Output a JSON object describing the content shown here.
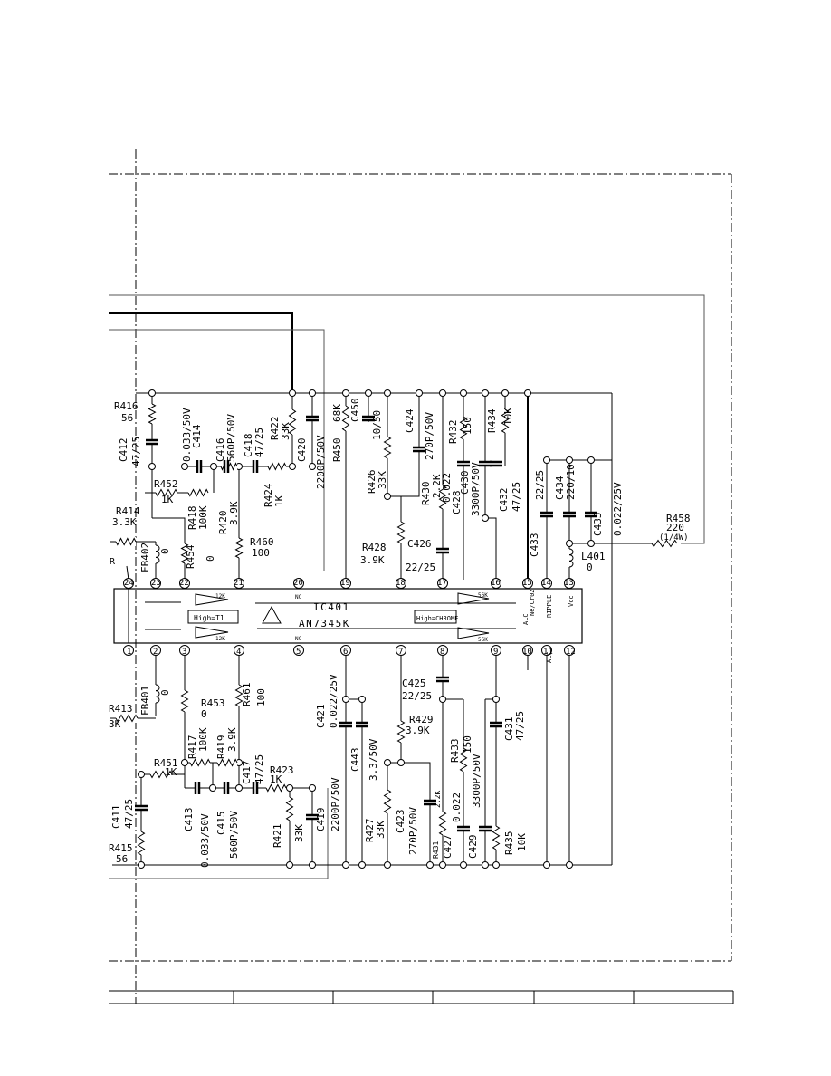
{
  "ic": {
    "ref": "IC401",
    "part": "AN7345K",
    "mode_left": "High=T1",
    "mode_right": "High=CHROME"
  },
  "pins": {
    "top": [
      "24",
      "23",
      "22",
      "21",
      "20",
      "19",
      "18",
      "17",
      "16",
      "15",
      "14",
      "13"
    ],
    "bottom": [
      "1",
      "2",
      "3",
      "4",
      "5",
      "6",
      "7",
      "8",
      "9",
      "10",
      "11",
      "12"
    ]
  },
  "pin_labels": {
    "p15": "Ne/Cr02",
    "p14": "RIPPLE",
    "p13": "Vcc",
    "p10": "ALC",
    "p11": "ALC",
    "gain_12k_top": "12K",
    "gain_12k_bottom": "12K",
    "gain_56k_top": "56K",
    "gain_56k_bottom": "56K",
    "p20_mark": "NC",
    "p5_mark": "NC"
  },
  "top_parts": [
    {
      "ref": "R416",
      "val": "56"
    },
    {
      "ref": "C412",
      "val": "47/25"
    },
    {
      "ref": "C414",
      "val": "0.033/50V"
    },
    {
      "ref": "C416",
      "val": "560P/50V"
    },
    {
      "ref": "C418",
      "val": "47/25"
    },
    {
      "ref": "R422",
      "val": "33K"
    },
    {
      "ref": "C420",
      "val": "2200P/50V"
    },
    {
      "ref": "R450",
      "val": "68K"
    },
    {
      "ref": "C450",
      "val": "10/50"
    },
    {
      "ref": "R426",
      "val": "33K"
    },
    {
      "ref": "C424",
      "val": "270P/50V"
    },
    {
      "ref": "R430",
      "val": "2.2K"
    },
    {
      "ref": "R432",
      "val": "150"
    },
    {
      "ref": "C428",
      "val": "0.022"
    },
    {
      "ref": "C430",
      "val": "3300P/50V"
    },
    {
      "ref": "R434",
      "val": "10K"
    },
    {
      "ref": "C432",
      "val": "47/25"
    },
    {
      "ref": "C433",
      "val": "22/25"
    },
    {
      "ref": "C434",
      "val": "220/10"
    },
    {
      "ref": "C435",
      "val": "0.022/25V"
    },
    {
      "ref": "R452",
      "val": "1K"
    },
    {
      "ref": "R418",
      "val": "100K"
    },
    {
      "ref": "R420",
      "val": "3.9K"
    },
    {
      "ref": "R424",
      "val": "1K"
    },
    {
      "ref": "R414",
      "val": "3.3K"
    },
    {
      "ref": "R460",
      "val": "100"
    },
    {
      "ref": "FB402",
      "val": "0"
    },
    {
      "ref": "R454",
      "val": "0"
    },
    {
      "ref": "R428",
      "val": "3.9K"
    },
    {
      "ref": "C426",
      "val": "22/25"
    },
    {
      "ref": "R458",
      "val": "220",
      "note": "(1/4W)"
    },
    {
      "ref": "L401",
      "val": "0"
    }
  ],
  "bottom_parts": [
    {
      "ref": "FB401",
      "val": "0"
    },
    {
      "ref": "R413",
      "val": "3K"
    },
    {
      "ref": "R453",
      "val": "0"
    },
    {
      "ref": "R461",
      "val": "100"
    },
    {
      "ref": "R417",
      "val": "100K"
    },
    {
      "ref": "R419",
      "val": "3.9K"
    },
    {
      "ref": "R451",
      "val": "1K"
    },
    {
      "ref": "C417",
      "val": "47/25"
    },
    {
      "ref": "R423",
      "val": "1K"
    },
    {
      "ref": "C411",
      "val": "47/25"
    },
    {
      "ref": "R415",
      "val": "56"
    },
    {
      "ref": "C413",
      "val": "0.033/50V"
    },
    {
      "ref": "C415",
      "val": "560P/50V"
    },
    {
      "ref": "R421",
      "val": "33K"
    },
    {
      "ref": "C419",
      "val": "2200P/50V"
    },
    {
      "ref": "C421",
      "val": "0.022/25V"
    },
    {
      "ref": "C443",
      "val": "3.3/50V"
    },
    {
      "ref": "C425",
      "val": "22/25"
    },
    {
      "ref": "R429",
      "val": "3.9K"
    },
    {
      "ref": "R427",
      "val": "33K"
    },
    {
      "ref": "C423",
      "val": "270P/50V"
    },
    {
      "ref": "R431",
      "val": "2.2K"
    },
    {
      "ref": "R433",
      "val": "150"
    },
    {
      "ref": "C427",
      "val": "0.022"
    },
    {
      "ref": "C429",
      "val": "3300P/50V"
    },
    {
      "ref": "C431",
      "val": "47/25"
    },
    {
      "ref": "R435",
      "val": "10K"
    }
  ],
  "edge": {
    "r_label": "R"
  }
}
